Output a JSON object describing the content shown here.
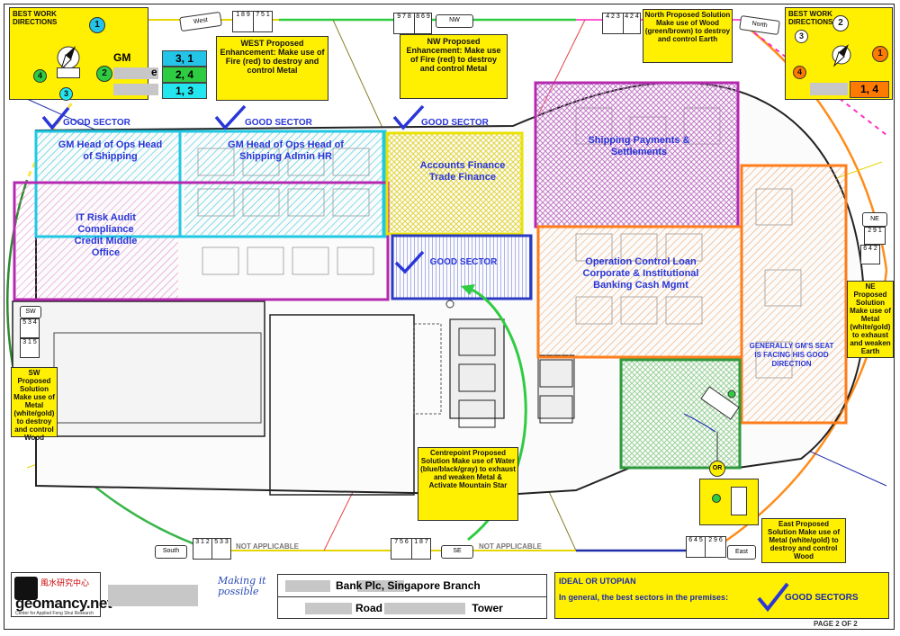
{
  "compass": {
    "west": "West",
    "nw": "NW",
    "north": "North",
    "ne": "NE",
    "east": "East",
    "se": "SE",
    "south": "South",
    "sw": "SW"
  },
  "flying_stars": {
    "west": [
      "1 8 9",
      "7 5 1"
    ],
    "nw": [
      "9 7 8",
      "8 6 9"
    ],
    "north": [
      "4 2 3",
      "4 2 4"
    ],
    "ne": [
      "2 9 1",
      "6 4 2"
    ],
    "east": [
      "6 4 5",
      "2 9 6"
    ],
    "se": [
      "7 5 6",
      "1 8 7"
    ],
    "south": [
      "3 1 2",
      "5 3 3"
    ],
    "sw": [
      "5 3 4",
      "3 1 5"
    ]
  },
  "best_left": {
    "title": "BEST WORK DIRECTIONS",
    "rows": [
      {
        "label": "GM",
        "value": "3, 1",
        "color": "#23c4e8"
      },
      {
        "label": "e",
        "value": "2, 4",
        "color": "#2ecc40"
      },
      {
        "label": "",
        "value": "1, 3",
        "color": "#23e6ef"
      }
    ],
    "circles": [
      "1",
      "2",
      "3",
      "4"
    ]
  },
  "best_right": {
    "title": "BEST WORK DIRECTIONS",
    "value": "1, 4",
    "value_color": "#ff7a00",
    "circles": [
      "1",
      "2",
      "3",
      "4"
    ]
  },
  "notes": {
    "west": "WEST Proposed Enhancement: Make use of Fire (red) to destroy and control Metal",
    "nw": "NW Proposed Enhancement: Make use of Fire (red) to destroy and control Metal",
    "north": "North Proposed Solution Make use of Wood (green/brown) to destroy and control Earth",
    "ne": "NE Proposed Solution Make use of Metal (white/gold) to exhaust and weaken Earth",
    "sw": "SW Proposed Solution Make use of Metal (white/gold) to destroy and control Wood",
    "east": "East Proposed Solution Make use of Metal (white/gold) to destroy and control Wood",
    "centre": "Centrepoint Proposed Solution Make use of Water (blue/black/gray) to exhaust and weaken Metal & Activate Mountain Star"
  },
  "good_sector": "GOOD SECTOR",
  "not_applicable": "NOT APPLICABLE",
  "zones": {
    "cyan_left": "GM Head of Ops Head of Shipping",
    "cyan_right": "GM Head of Ops Head of Shipping Admin HR",
    "pink_left": "IT Risk Audit Compliance Credit Middle Office",
    "yellow": "Accounts Finance Trade Finance",
    "blue": "GOOD SECTOR",
    "purple": "Shipping Payments & Settlements",
    "orange_mid": "Operation Control Loan Corporate & Institutional Banking Cash Mgmt",
    "gm_seat": "GENERALLY GM'S SEAT IS FACING HIS GOOD DIRECTION"
  },
  "legend_or": "OR",
  "footer": {
    "logo_text": "geomancy.net",
    "logo_sub": "Center for Applied Feng Shui Research",
    "logo_cjk": "風水研究中心",
    "slogan": "Making it possible",
    "bank_line": "Bank Plc, Singapore Branch",
    "address_line": "Road Tower",
    "ideal": "IDEAL OR UTOPIAN",
    "ideal_sub": "In general, the best sectors in the premises:",
    "good_sectors": "GOOD SECTORS",
    "page": "PAGE 2 OF 2"
  }
}
